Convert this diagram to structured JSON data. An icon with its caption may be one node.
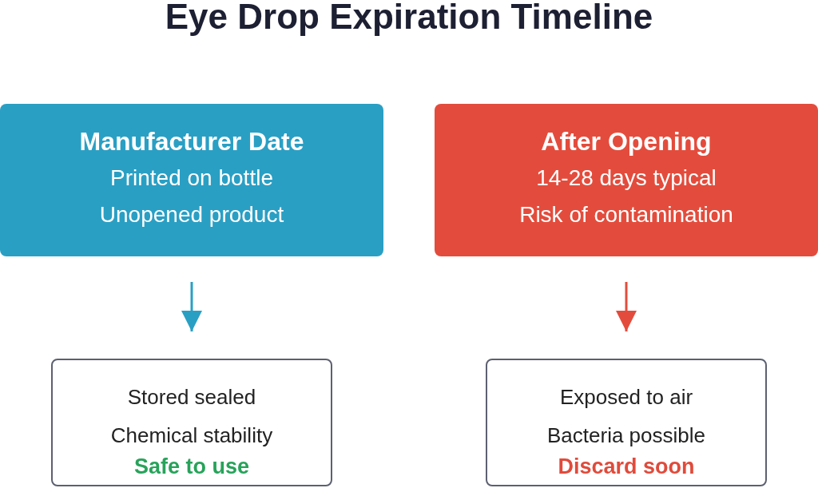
{
  "diagram": {
    "title": "Eye Drop Expiration Timeline",
    "nodes": [
      {
        "text": [
          "Manufacturer Date",
          "Printed on bottle",
          "Unopened product"
        ]
      },
      {
        "text": [
          "After Opening",
          "14-28 days typical",
          "Risk of contamination"
        ]
      },
      {
        "text": [
          "Stored sealed",
          "Chemical stability",
          "Safe to use"
        ]
      },
      {
        "text": [
          "Exposed to air",
          "Bacteria possible",
          "Discard soon"
        ]
      }
    ],
    "edges": [
      {
        "from": 0,
        "to": 2,
        "arrow": "to",
        "color": "#2a9fc4"
      },
      {
        "from": 1,
        "to": 3,
        "arrow": "to",
        "color": "#e34c3c"
      }
    ]
  }
}
